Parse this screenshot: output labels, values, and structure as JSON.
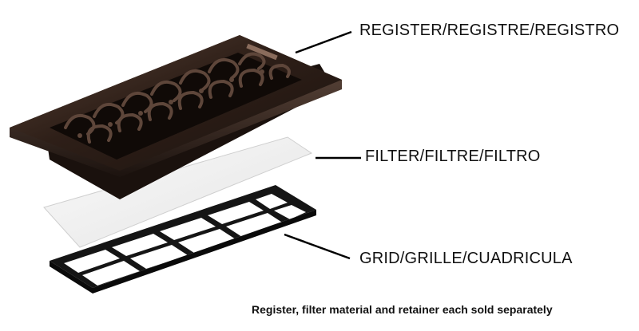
{
  "labels": {
    "register": "REGISTER/REGISTRE/REGISTRO",
    "filter": "FILTER/FILTRE/FILTRO",
    "grid": "GRID/GRILLE/CUADRICULA"
  },
  "footnote": "Register, filter material and retainer each sold separately",
  "colors": {
    "register_bronze": "#2a1c16",
    "register_highlight": "#6b5245",
    "filter_white": "#f2f2f2",
    "grid_black": "#151515",
    "leader_line": "#000000"
  }
}
